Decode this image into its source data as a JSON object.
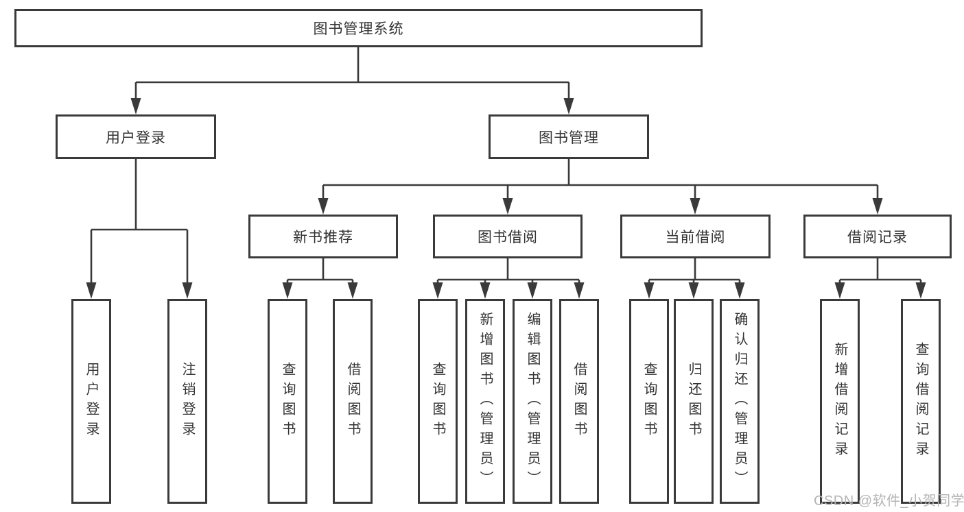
{
  "colors": {
    "line": "#3a3a3a",
    "node_border": "#3a3a3a",
    "node_text": "#333333",
    "background": "#ffffff",
    "watermark": "#b5b5b5"
  },
  "tree": {
    "root": {
      "label": "图书管理系统"
    },
    "branches": [
      {
        "label": "用户登录",
        "children": [
          {
            "label": "用户登录"
          },
          {
            "label": "注销登录"
          }
        ]
      },
      {
        "label": "图书管理",
        "children": [
          {
            "label": "新书推荐",
            "children": [
              {
                "label": "查询图书"
              },
              {
                "label": "借阅图书"
              }
            ]
          },
          {
            "label": "图书借阅",
            "children": [
              {
                "label": "查询图书"
              },
              {
                "label": "新增图书（管理员）"
              },
              {
                "label": "编辑图书（管理员）"
              },
              {
                "label": "借阅图书"
              }
            ]
          },
          {
            "label": "当前借阅",
            "children": [
              {
                "label": "查询图书"
              },
              {
                "label": "归还图书"
              },
              {
                "label": "确认归还（管理员）"
              }
            ]
          },
          {
            "label": "借阅记录",
            "children": [
              {
                "label": "新增借阅记录"
              },
              {
                "label": "查询借阅记录"
              }
            ]
          }
        ]
      }
    ]
  },
  "watermark": {
    "text": "CSDN @软件_小贺同学"
  }
}
